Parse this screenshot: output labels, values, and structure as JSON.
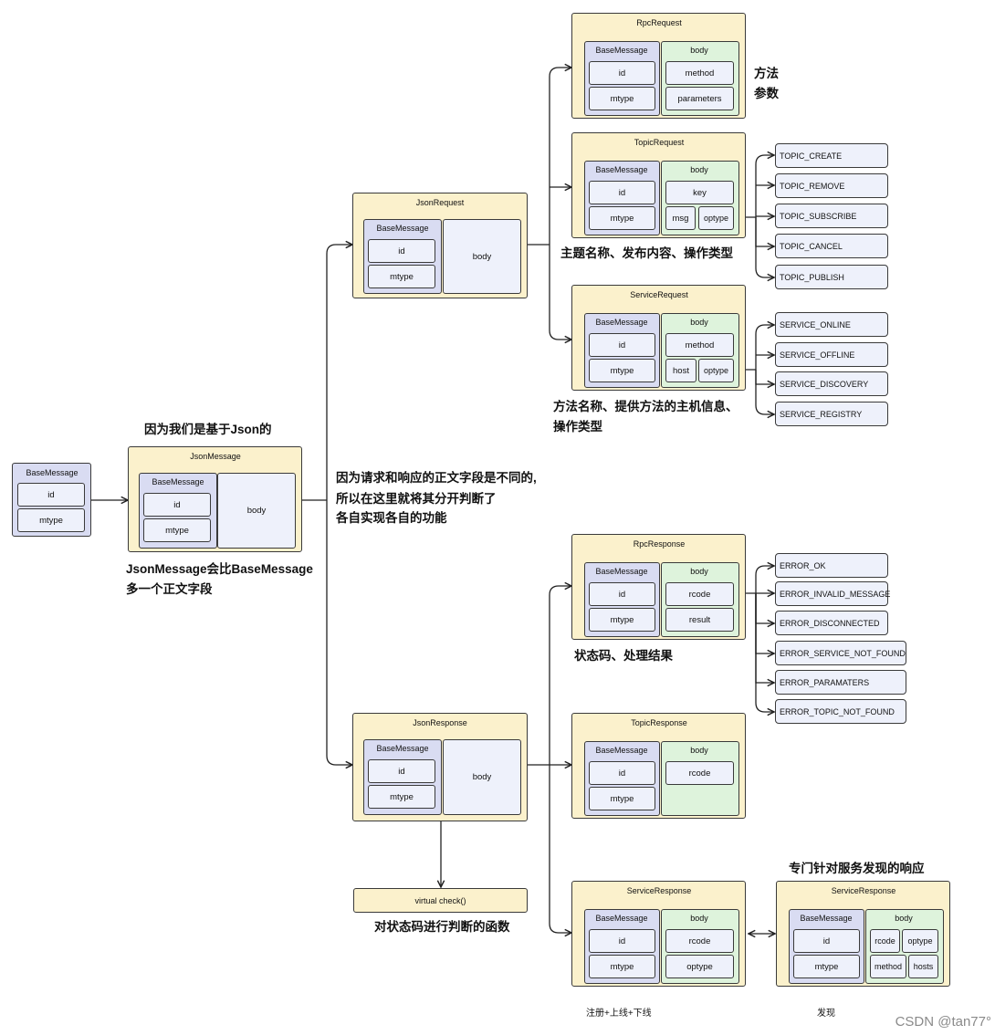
{
  "base_message": {
    "title": "BaseMessage",
    "field_id": "id",
    "field_mtype": "mtype"
  },
  "json_message": {
    "title": "JsonMessage",
    "base": "BaseMessage",
    "id": "id",
    "mtype": "mtype",
    "body": "body"
  },
  "json_request": {
    "title": "JsonRequest",
    "base": "BaseMessage",
    "id": "id",
    "mtype": "mtype",
    "body": "body"
  },
  "json_response": {
    "title": "JsonResponse",
    "base": "BaseMessage",
    "id": "id",
    "mtype": "mtype",
    "body": "body"
  },
  "rpc_request": {
    "title": "RpcRequest",
    "base": "BaseMessage",
    "id": "id",
    "mtype": "mtype",
    "body": "body",
    "f1": "method",
    "f2": "parameters"
  },
  "topic_request": {
    "title": "TopicRequest",
    "base": "BaseMessage",
    "id": "id",
    "mtype": "mtype",
    "body": "body",
    "f1": "key",
    "f2a": "msg",
    "f2b": "optype"
  },
  "service_request": {
    "title": "ServiceRequest",
    "base": "BaseMessage",
    "id": "id",
    "mtype": "mtype",
    "body": "body",
    "f1": "method",
    "f2a": "host",
    "f2b": "optype"
  },
  "rpc_response": {
    "title": "RpcResponse",
    "base": "BaseMessage",
    "id": "id",
    "mtype": "mtype",
    "body": "body",
    "f1": "rcode",
    "f2": "result"
  },
  "topic_response": {
    "title": "TopicResponse",
    "base": "BaseMessage",
    "id": "id",
    "mtype": "mtype",
    "body": "body",
    "f1": "rcode"
  },
  "service_response": {
    "title": "ServiceResponse",
    "base": "BaseMessage",
    "id": "id",
    "mtype": "mtype",
    "body": "body",
    "f1": "rcode",
    "f2": "optype"
  },
  "service_response_discovery": {
    "title": "ServiceResponse",
    "base": "BaseMessage",
    "id": "id",
    "mtype": "mtype",
    "body": "body",
    "f1a": "rcode",
    "f1b": "optype",
    "f2a": "method",
    "f2b": "hosts"
  },
  "virtual_check": {
    "label": "virtual check()"
  },
  "topic_optypes": [
    "TOPIC_CREATE",
    "TOPIC_REMOVE",
    "TOPIC_SUBSCRIBE",
    "TOPIC_CANCEL",
    "TOPIC_PUBLISH"
  ],
  "service_optypes": [
    "SERVICE_ONLINE",
    "SERVICE_OFFLINE",
    "SERVICE_DISCOVERY",
    "SERVICE_REGISTRY"
  ],
  "rcodes": [
    "ERROR_OK",
    "ERROR_INVALID_MESSAGE",
    "ERROR_DISCONNECTED",
    "ERROR_SERVICE_NOT_FOUND",
    "ERROR_PARAMATERS",
    "ERROR_TOPIC_NOT_FOUND"
  ],
  "annotations": {
    "json_based": "因为我们是基于Json的",
    "json_message_note_1": "JsonMessage会比BaseMessage",
    "json_message_note_2": "多一个正文字段",
    "split_note_1": "因为请求和响应的正文字段是不同的,",
    "split_note_2": "所以在这里就将其分开判断了",
    "split_note_3": "各自实现各自的功能",
    "rpc_method": "方法",
    "rpc_params": "参数",
    "topic_note": "主题名称、发布内容、操作类型",
    "service_note_1": "方法名称、提供方法的主机信息、",
    "service_note_2": "操作类型",
    "rpc_response_note": "状态码、处理结果",
    "check_note": "对状态码进行判断的函数",
    "discovery_note": "专门针对服务发现的响应",
    "register_note": "注册+上线+下线",
    "discover_label": "发现"
  },
  "watermark": "CSDN @tan77°"
}
